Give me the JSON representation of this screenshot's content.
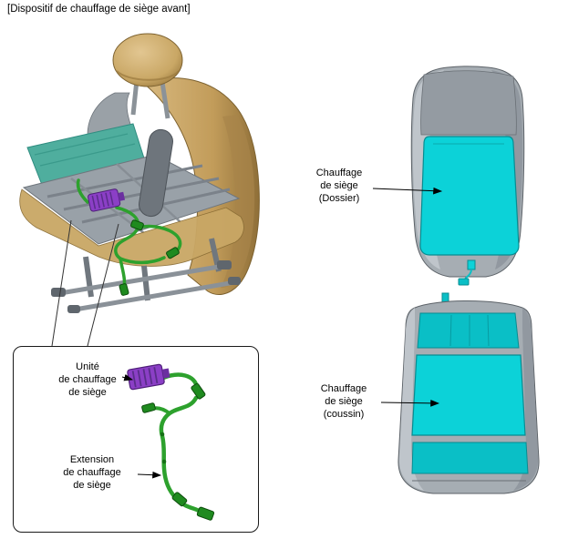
{
  "title": "[Dispositif de chauffage de siège avant]",
  "labels": {
    "backrest_heater": "Chauffage\nde siège\n(Dossier)",
    "cushion_heater": "Chauffage\nde siège\n(coussin)",
    "heater_unit": "Unité\nde chauffage\nde siège",
    "heater_extension": "Extension\nde chauffage\nde siège"
  },
  "colors": {
    "heater_pad": "#0cd2d8",
    "heater_pad_dark": "#0abfc6",
    "heater_unit": "#8b3fc6",
    "harness_green": "#2da12d",
    "seat_tan": "#c9a765",
    "body_gray": "#a6adb3",
    "back_panel_teal": "#4fae9e"
  }
}
